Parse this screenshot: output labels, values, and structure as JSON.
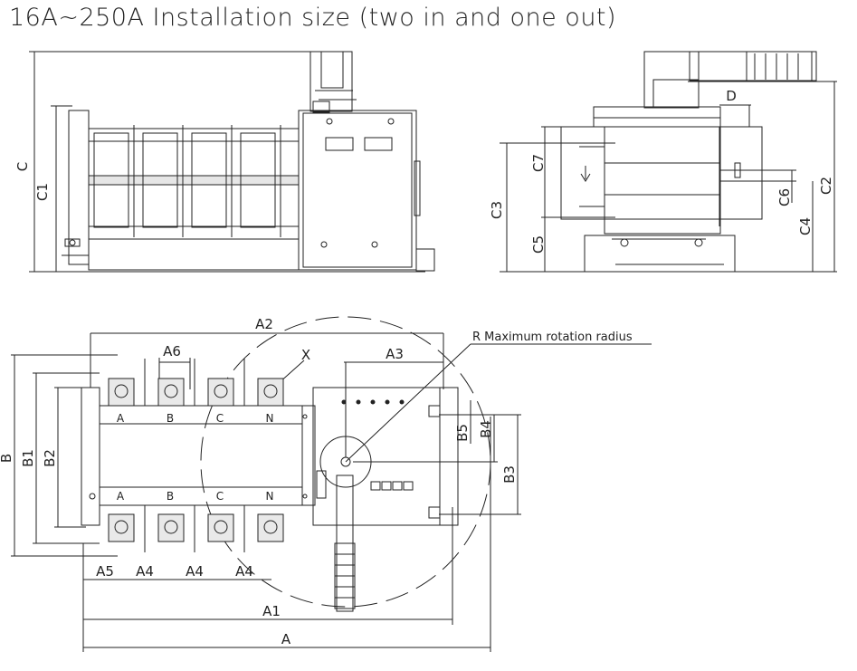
{
  "title": "16A~250A Installation size (two in and one out)",
  "dimensions": {
    "A": "A",
    "A1": "A1",
    "A2": "A2",
    "A3": "A3",
    "A4": "A4",
    "A5": "A5",
    "A6": "A6",
    "B": "B",
    "B1": "B1",
    "B2": "B2",
    "B3": "B3",
    "B4": "B4",
    "B5": "B5",
    "C": "C",
    "C1": "C1",
    "C2": "C2",
    "C3": "C3",
    "C4": "C4",
    "C5": "C5",
    "C6": "C6",
    "C7": "C7",
    "D": "D",
    "X": "X"
  },
  "rotation_label": "R Maximum rotation radius",
  "phases": [
    "A",
    "B",
    "C",
    "N"
  ]
}
